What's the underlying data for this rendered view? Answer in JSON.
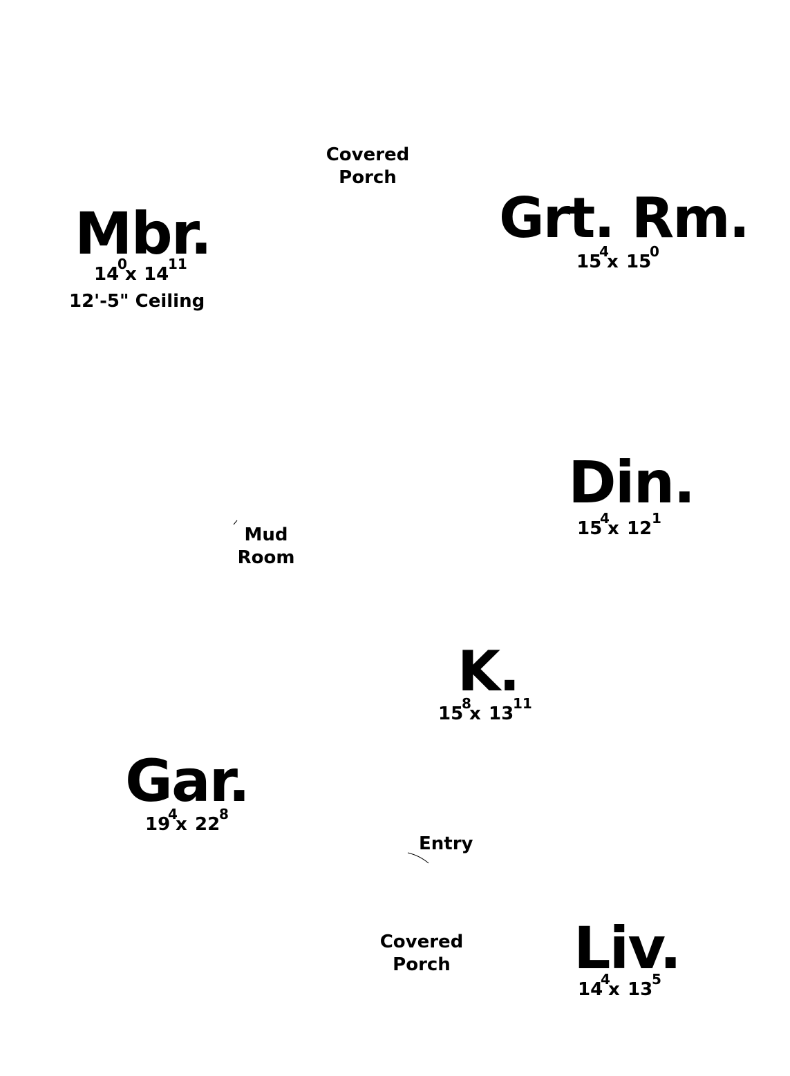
{
  "rooms": {
    "mbr": {
      "name": "Mbr.",
      "w": "14",
      "w_in": "0",
      "x": "x",
      "d": "14",
      "d_in": "11",
      "note": "12'-5\" Ceiling"
    },
    "grt": {
      "name": "Grt. Rm.",
      "w": "15",
      "w_in": "4",
      "x": "x",
      "d": "15",
      "d_in": "0"
    },
    "din": {
      "name": "Din.",
      "w": "15",
      "w_in": "4",
      "x": "x",
      "d": "12",
      "d_in": "1"
    },
    "kit": {
      "name": "K.",
      "w": "15",
      "w_in": "8",
      "x": "x",
      "d": "13",
      "d_in": "11"
    },
    "gar": {
      "name": "Gar.",
      "w": "19",
      "w_in": "4",
      "x": "x",
      "d": "22",
      "d_in": "8"
    },
    "liv": {
      "name": "Liv.",
      "w": "14",
      "w_in": "4",
      "x": "x",
      "d": "13",
      "d_in": "5"
    }
  },
  "labels": {
    "porch_top": {
      "line1": "Covered",
      "line2": "Porch"
    },
    "mud_room": {
      "line1": "Mud",
      "line2": "Room"
    },
    "entry": "Entry",
    "porch_bottom": {
      "line1": "Covered",
      "line2": "Porch"
    }
  }
}
